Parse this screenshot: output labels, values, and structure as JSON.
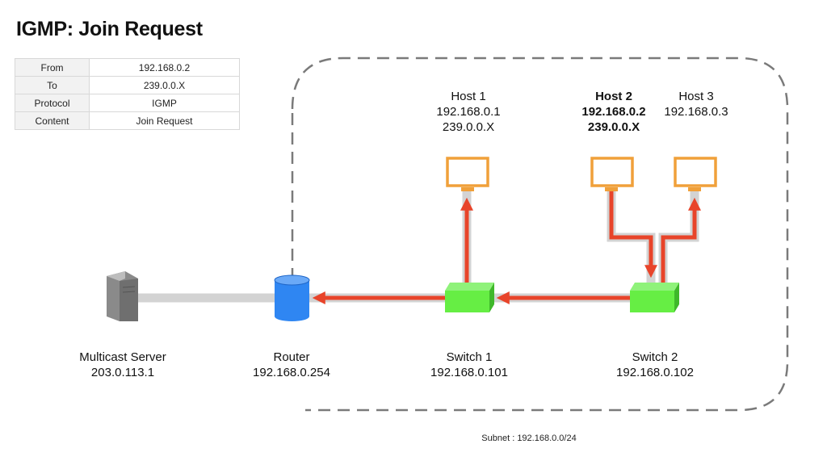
{
  "title": "IGMP: Join Request",
  "packet": [
    {
      "key": "From",
      "value": "192.168.0.2"
    },
    {
      "key": "To",
      "value": "239.0.0.X"
    },
    {
      "key": "Protocol",
      "value": "IGMP"
    },
    {
      "key": "Content",
      "value": "Join Request"
    }
  ],
  "nodes": {
    "multicast_server": {
      "name": "Multicast Server",
      "ip": "203.0.113.1"
    },
    "router": {
      "name": "Router",
      "ip": "192.168.0.254"
    },
    "switch1": {
      "name": "Switch 1",
      "ip": "192.168.0.101"
    },
    "switch2": {
      "name": "Switch 2",
      "ip": "192.168.0.102"
    },
    "host1": {
      "name": "Host 1",
      "ip": "192.168.0.1",
      "group": "239.0.0.X"
    },
    "host2": {
      "name": "Host 2",
      "ip": "192.168.0.2",
      "group": "239.0.0.X"
    },
    "host3": {
      "name": "Host 3",
      "ip": "192.168.0.3"
    }
  },
  "subnet": "Subnet : 192.168.0.0/24",
  "colors": {
    "flow": "#e8442a",
    "link": "#d3d3d3",
    "host": "#f0a03a",
    "switch": "#66ee44",
    "router": "#2f86f2",
    "server": "#888888",
    "subnet_border": "#7a7a7a"
  }
}
